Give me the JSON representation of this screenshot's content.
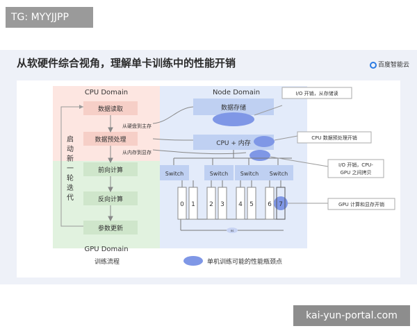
{
  "watermark": {
    "tag": "TG: MYYJJPP",
    "link": "kai-yun-portal.com"
  },
  "slide": {
    "title": "从软硬件综合视角，理解单卡训练中的性能开销",
    "brand": "百度智能云"
  },
  "diagram": {
    "cpu_domain": "CPU Domain",
    "gpu_domain": "GPU Domain",
    "node_domain": "Node Domain",
    "loop_label": "启动新一轮迭代",
    "flow": {
      "read": "数据读取",
      "preprocess": "数据预处理",
      "forward": "前向计算",
      "backward": "反向计算",
      "update": "参数更新"
    },
    "edges": {
      "disk_to_mem": "从硬盘到主存",
      "mem_to_vram": "从内存到显存"
    },
    "node": {
      "storage": "数据存储",
      "cpu_mem": "CPU + 内存",
      "switches": [
        "Switch",
        "Switch",
        "Switch",
        "Switch"
      ],
      "gpus": [
        "0",
        "1",
        "2",
        "3",
        "4",
        "5",
        "6",
        "7"
      ],
      "nvs": "ns"
    },
    "callouts": {
      "io_storage": "I/O 开销，从存储读",
      "cpu_pre": "CPU 数据预处理开销",
      "io_copy_1": "I/O 开销，CPU-",
      "io_copy_2": "GPU 之间拷贝",
      "gpu_cost": "GPU 计算和显存开销"
    },
    "footer": {
      "training_flow": "训练流程",
      "bottleneck": "单机训练可能的性能瓶颈点"
    }
  },
  "colors": {
    "cpu_bg": "#fde6e1",
    "gpu_bg": "#e1f2df",
    "node_bg": "#e3ebfa",
    "flow_box_cpu": "#f6cfc7",
    "flow_box_gpu": "#cfe6cb",
    "node_box": "#bfd0f2",
    "bottleneck": "#7f97e6"
  }
}
